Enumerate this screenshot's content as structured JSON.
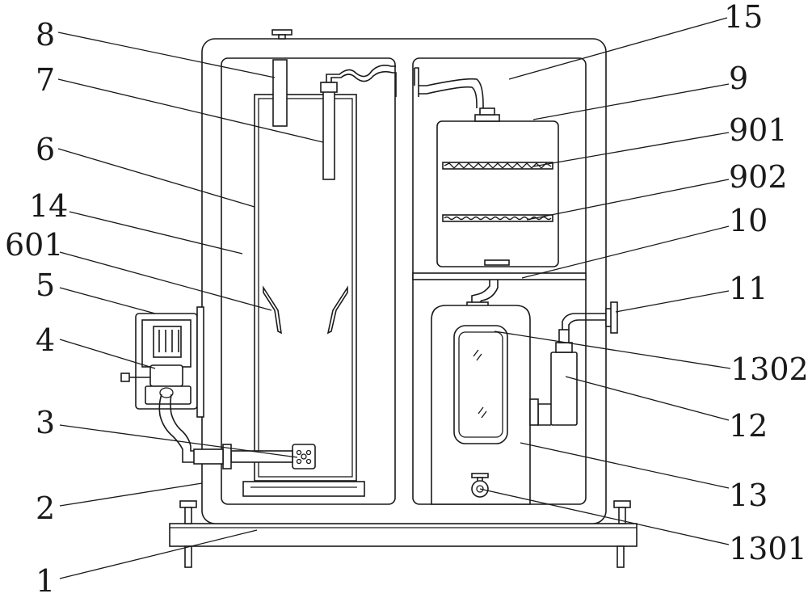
{
  "labels": {
    "l1": "1",
    "l2": "2",
    "l3": "3",
    "l4": "4",
    "l5": "5",
    "l6": "6",
    "l601": "601",
    "l7": "7",
    "l8": "8",
    "l9": "9",
    "l901": "901",
    "l902": "902",
    "l10": "10",
    "l11": "11",
    "l12": "12",
    "l13": "13",
    "l1301": "1301",
    "l1302": "1302",
    "l14": "14",
    "l15": "15"
  }
}
